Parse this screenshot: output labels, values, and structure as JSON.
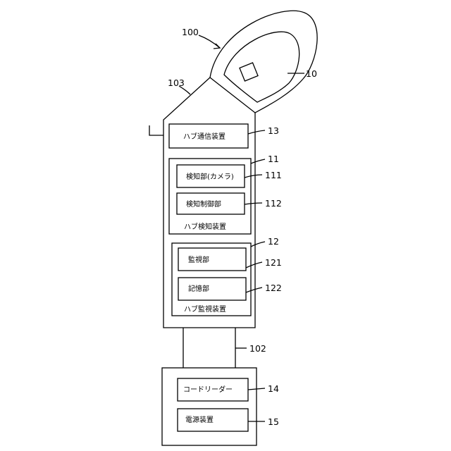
{
  "figure": {
    "ref_numerals": {
      "device": "100",
      "clip_head": "10",
      "body": "103",
      "hub_comm": "13",
      "hub_detection": "11",
      "detection_camera": "111",
      "detection_control": "112",
      "hub_monitoring": "12",
      "monitor_unit": "121",
      "storage_unit": "122",
      "connector": "102",
      "code_reader": "14",
      "power_supply": "15"
    },
    "labels": {
      "hub_comm": "ハブ通信装置",
      "detection_camera": "検知部(カメラ)",
      "detection_control": "検知制御部",
      "hub_detection": "ハブ検知装置",
      "monitor_unit": "監視部",
      "storage_unit": "記憶部",
      "hub_monitoring": "ハブ監視装置",
      "code_reader": "コードリーダー",
      "power_supply": "電源装置"
    }
  }
}
